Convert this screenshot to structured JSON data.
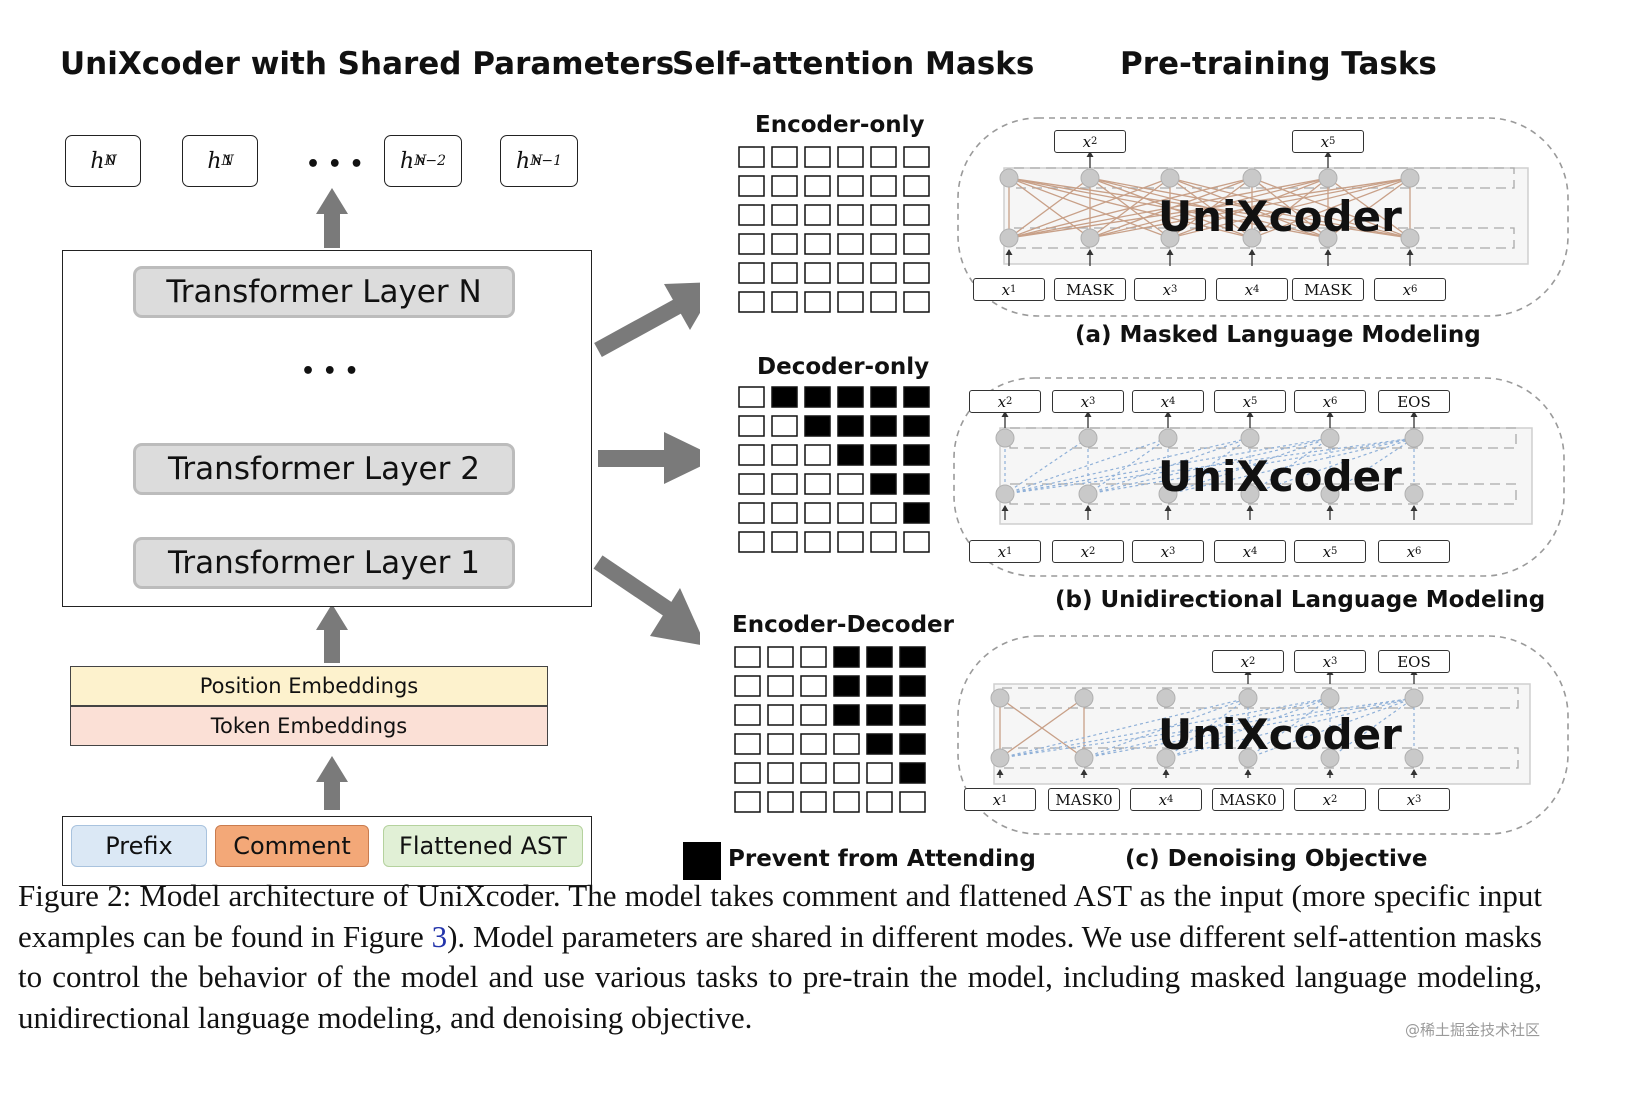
{
  "titles": {
    "left": "UniXcoder with Shared Parameters",
    "middle": "Self-attention Masks",
    "right": "Pre-training Tasks"
  },
  "hidden_states": [
    {
      "base": "h",
      "sub": "0",
      "sup": "N"
    },
    {
      "base": "h",
      "sub": "1",
      "sup": "N"
    },
    {
      "base": "h",
      "sub": "n−2",
      "sup": "N"
    },
    {
      "base": "h",
      "sub": "n−1",
      "sup": "N"
    }
  ],
  "ellipsis": "• • •",
  "layers": {
    "top": "Transformer Layer N",
    "middle": "Transformer Layer 2",
    "bottom": "Transformer Layer 1"
  },
  "embeddings": {
    "position": "Position Embeddings",
    "token": "Token Embeddings"
  },
  "inputs": {
    "prefix": "Prefix",
    "comment": "Comment",
    "ast": "Flattened AST"
  },
  "colors": {
    "prefix": "#dbe8f5",
    "comment": "#f3a878",
    "ast": "#e1f0d6",
    "position": "#fdf2cd",
    "token": "#fbe0d6",
    "layer": "#dcdcdc",
    "arrow": "#7a7a7a",
    "encoder_link": "#c8a088",
    "decoder_link": "#8fb0d8"
  },
  "masks": {
    "encoder_only": "Encoder-only",
    "decoder_only": "Decoder-only",
    "encoder_decoder": "Encoder-Decoder",
    "legend": "Prevent from Attending"
  },
  "tasks": {
    "model_name": "UniXcoder",
    "mlm": {
      "caption": "(a) Masked Language Modeling",
      "outputs": [
        {
          "v": "x",
          "i": "2"
        },
        {
          "v": "x",
          "i": "5"
        }
      ],
      "inputs": [
        {
          "v": "x",
          "i": "1"
        },
        {
          "t": "MASK"
        },
        {
          "v": "x",
          "i": "3"
        },
        {
          "v": "x",
          "i": "4"
        },
        {
          "t": "MASK"
        },
        {
          "v": "x",
          "i": "6"
        }
      ]
    },
    "ulm": {
      "caption": "(b) Unidirectional Language Modeling",
      "outputs": [
        {
          "v": "x",
          "i": "2"
        },
        {
          "v": "x",
          "i": "3"
        },
        {
          "v": "x",
          "i": "4"
        },
        {
          "v": "x",
          "i": "5"
        },
        {
          "v": "x",
          "i": "6"
        },
        {
          "t": "EOS"
        }
      ],
      "inputs": [
        {
          "v": "x",
          "i": "1"
        },
        {
          "v": "x",
          "i": "2"
        },
        {
          "v": "x",
          "i": "3"
        },
        {
          "v": "x",
          "i": "4"
        },
        {
          "v": "x",
          "i": "5"
        },
        {
          "v": "x",
          "i": "6"
        }
      ]
    },
    "denoise": {
      "caption": "(c) Denoising Objective",
      "outputs": [
        {
          "v": "x",
          "i": "2"
        },
        {
          "v": "x",
          "i": "3"
        },
        {
          "t": "EOS"
        }
      ],
      "inputs": [
        {
          "v": "x",
          "i": "1"
        },
        {
          "t": "MASK0"
        },
        {
          "v": "x",
          "i": "4"
        },
        {
          "t": "MASK0"
        },
        {
          "v": "x",
          "i": "2"
        },
        {
          "v": "x",
          "i": "3"
        }
      ]
    }
  },
  "caption": {
    "before_ref": "Figure 2: Model architecture of UniXcoder. The model takes comment and flattened AST as the input (more specific input examples can be found in Figure ",
    "ref": "3",
    "after_ref": "). Model parameters are shared in different modes. We use different self-attention masks to control the behavior of the model and use various tasks to pre-train the model, including masked language modeling, unidirectional language modeling, and denoising objective."
  },
  "watermark": "@稀土掘金技术社区"
}
